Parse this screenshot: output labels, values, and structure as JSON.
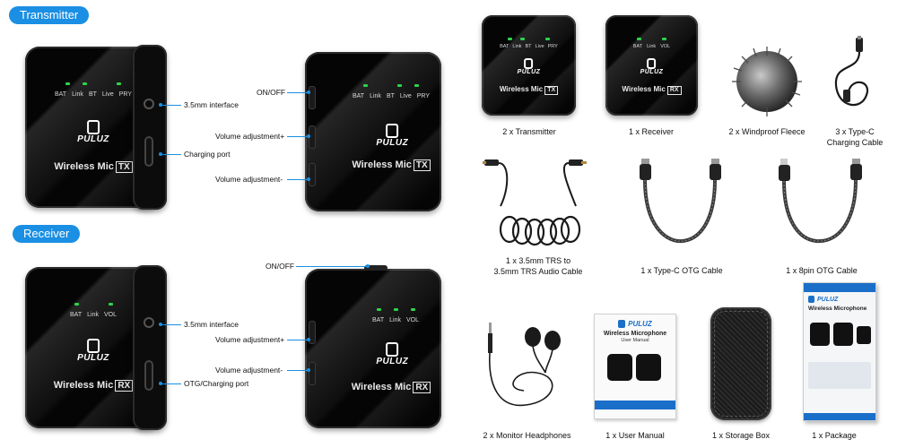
{
  "sections": {
    "transmitter_label": "Transmitter",
    "receiver_label": "Receiver"
  },
  "tx_front": {
    "indicators": [
      "BAT",
      "Link",
      "BT",
      "Live",
      "PRY"
    ],
    "brand": "PULUZ",
    "model": "Wireless Mic",
    "model_tag": "TX"
  },
  "rx_front": {
    "indicators": [
      "BAT",
      "Link",
      "VOL"
    ],
    "brand": "PULUZ",
    "model": "Wireless Mic",
    "model_tag": "RX"
  },
  "tx_callouts": {
    "interface": "3.5mm interface",
    "charging": "Charging port",
    "on_off": "ON/OFF",
    "vol_up": "Volume adjustment+",
    "vol_down": "Volume adjustment-"
  },
  "rx_callouts": {
    "on_off": "ON/OFF",
    "interface": "3.5mm interface",
    "charging": "OTG/Charging port",
    "vol_up": "Volume adjustment+",
    "vol_down": "Volume adjustment-"
  },
  "package_items": [
    {
      "caption": "2 x Transmitter"
    },
    {
      "caption": "1 x Receiver"
    },
    {
      "caption": "2 x Windproof Fleece"
    },
    {
      "caption_line1": "3 x Type-C",
      "caption_line2": "Charging Cable"
    },
    {
      "caption_line1": "1 x 3.5mm TRS to",
      "caption_line2": "3.5mm TRS Audio Cable"
    },
    {
      "caption": "1 x Type-C OTG Cable"
    },
    {
      "caption": "1 x 8pin OTG Cable"
    },
    {
      "caption": "2 x Monitor Headphones"
    },
    {
      "caption": "1 x User Manual"
    },
    {
      "caption": "1 x Storage Box"
    },
    {
      "caption": "1 x Package"
    }
  ],
  "manual": {
    "brand": "PULUZ",
    "title": "Wireless Microphone",
    "subtitle": "User Manual"
  },
  "package_box": {
    "brand": "PULUZ",
    "title": "Wireless Microphone"
  },
  "colors": {
    "accent": "#1a8fe3",
    "led": "#2bd44b"
  }
}
